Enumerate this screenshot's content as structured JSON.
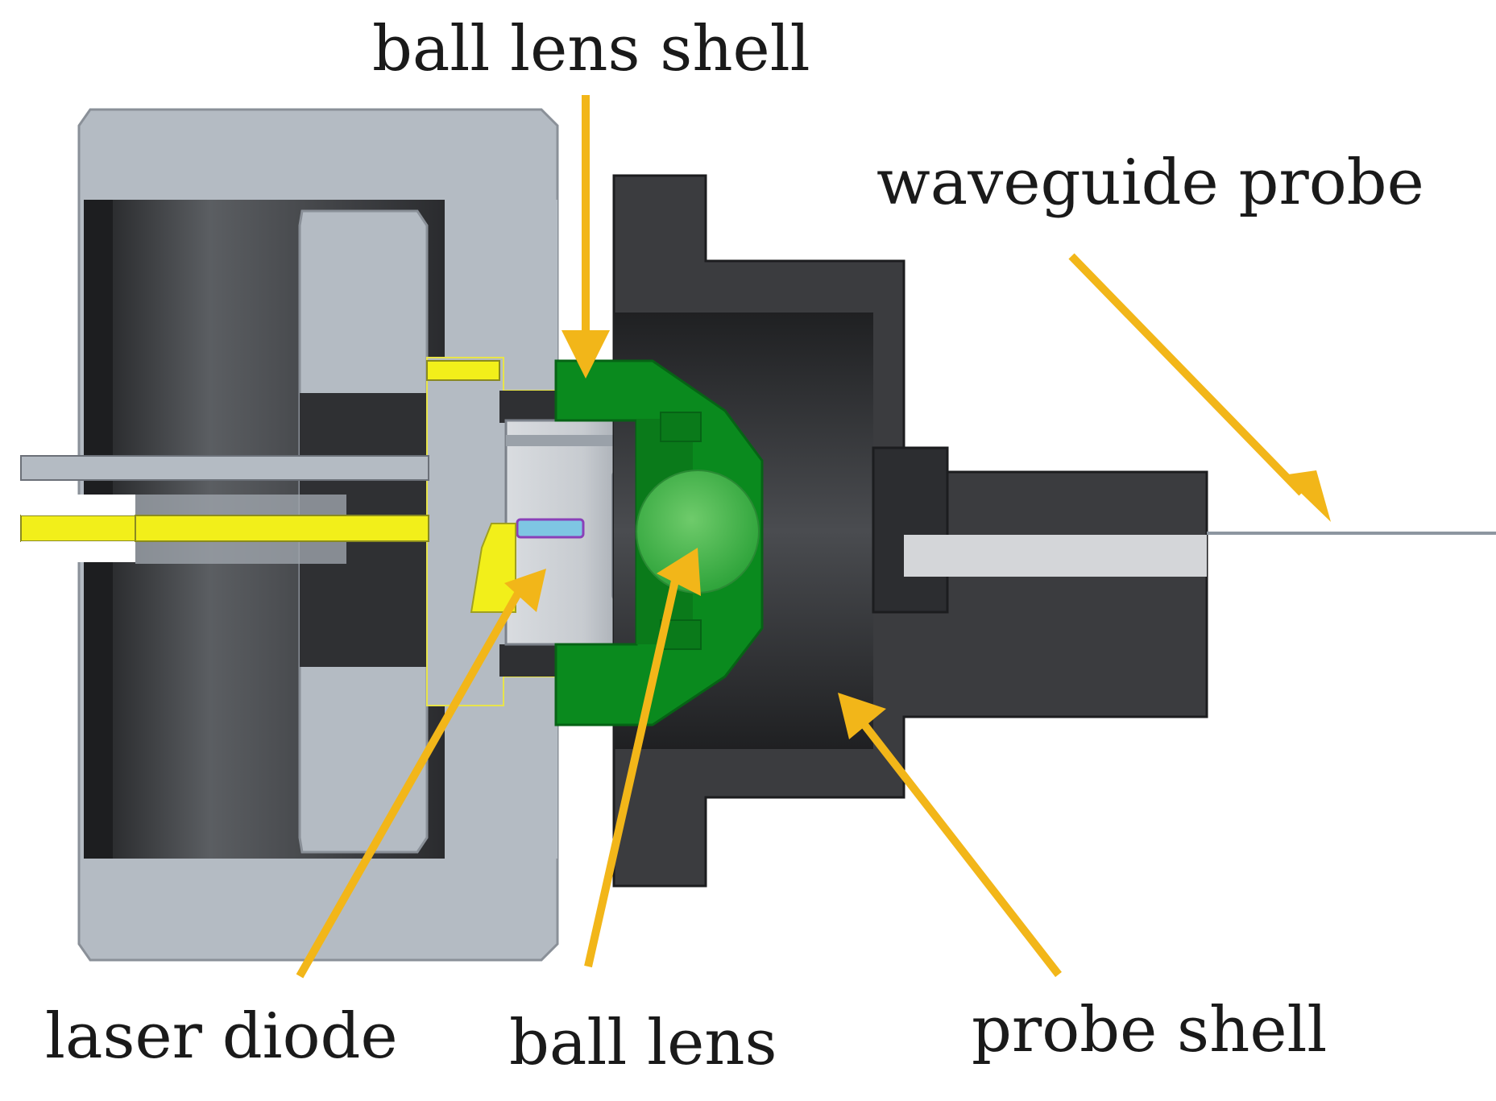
{
  "labels": {
    "ball_lens_shell": "ball lens shell",
    "waveguide_probe": "waveguide probe",
    "laser_diode": "laser diode",
    "ball_lens": "ball lens",
    "probe_shell": "probe shell"
  },
  "colors": {
    "housing_gray": "#b4bbc3",
    "housing_gray_dark": "#9aa1a9",
    "cavity_dark": "#2f3033",
    "probe_shell": "#3b3c3f",
    "probe_shell_inner": "#2c2d30",
    "ball_lens_shell": "#0a8a1e",
    "ball_lens": "#3fb24a",
    "laser_pin_yellow": "#f2ef1a",
    "arrow": "#f2b619",
    "waveguide": "#8d96a0"
  }
}
